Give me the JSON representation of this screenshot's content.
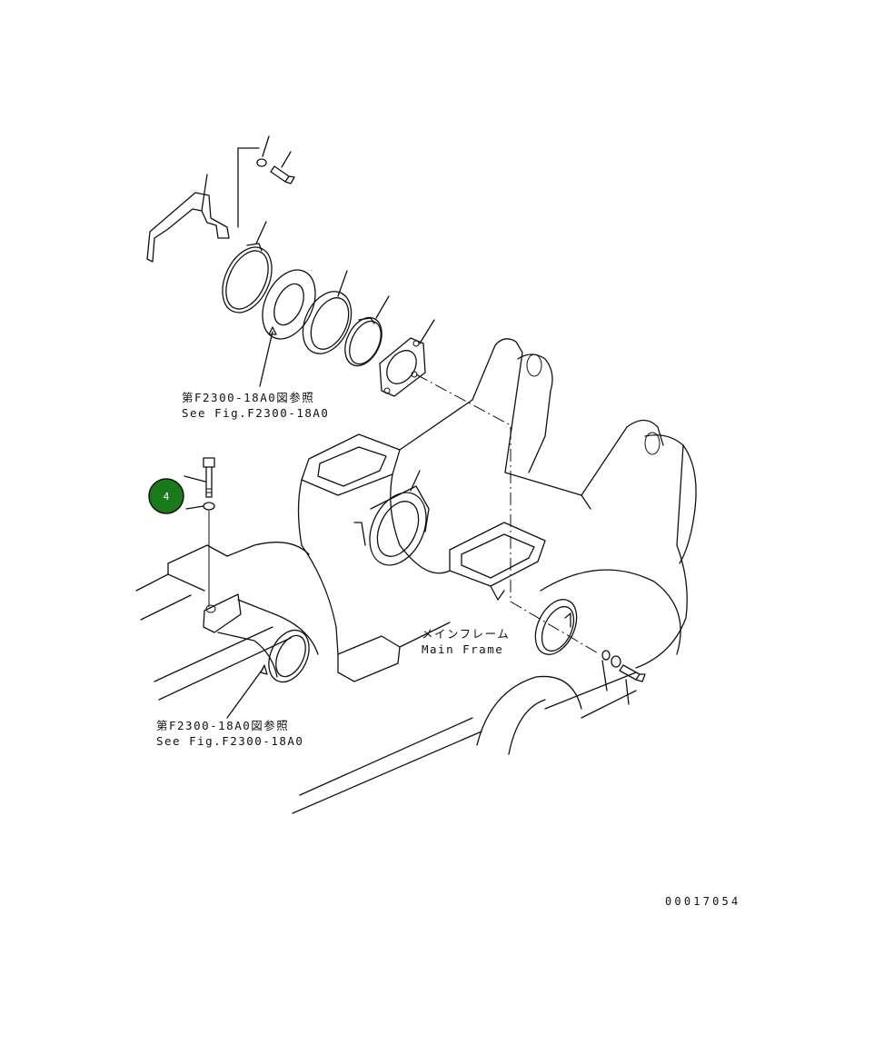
{
  "references": [
    {
      "jp": "第F2300-18A0図参照",
      "en": "See Fig.F2300-18A0"
    },
    {
      "jp": "第F2300-18A0図参照",
      "en": "See Fig.F2300-18A0"
    }
  ],
  "main_frame": {
    "jp": "メインフレーム",
    "en": "Main Frame"
  },
  "callout": {
    "number": "4",
    "color": "#1a7a1a"
  },
  "drawing_id": "00017054"
}
